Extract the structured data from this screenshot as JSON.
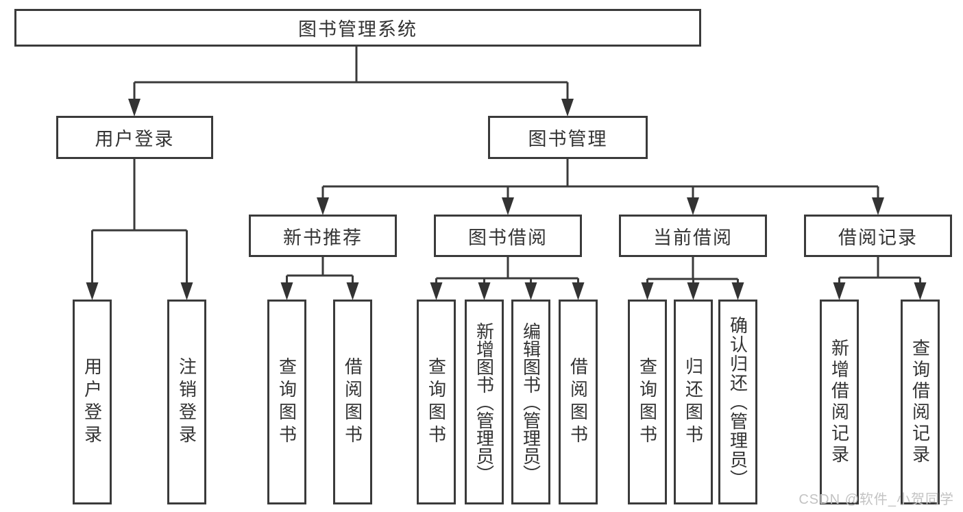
{
  "diagram": {
    "tree": {
      "label": "图书管理系统",
      "children": [
        {
          "label": "用户登录",
          "children": [
            {
              "label": "用户登录"
            },
            {
              "label": "注销登录"
            }
          ]
        },
        {
          "label": "图书管理",
          "children": [
            {
              "label": "新书推荐",
              "children": [
                {
                  "label": "查询图书"
                },
                {
                  "label": "借阅图书"
                }
              ]
            },
            {
              "label": "图书借阅",
              "children": [
                {
                  "label": "查询图书"
                },
                {
                  "label": "新增图书（管理员）"
                },
                {
                  "label": "编辑图书（管理员）"
                },
                {
                  "label": "借阅图书"
                }
              ]
            },
            {
              "label": "当前借阅",
              "children": [
                {
                  "label": "查询图书"
                },
                {
                  "label": "归还图书"
                },
                {
                  "label": "确认归还（管理员）"
                }
              ]
            },
            {
              "label": "借阅记录",
              "children": [
                {
                  "label": "新增借阅记录"
                },
                {
                  "label": "查询借阅记录"
                }
              ]
            }
          ]
        }
      ]
    }
  },
  "watermark": {
    "text": "CSDN @软件_小贺同学"
  },
  "colors": {
    "line": "#3a3a3a",
    "text": "#333333",
    "watermark": "#c3c3c3",
    "background": "#ffffff"
  }
}
